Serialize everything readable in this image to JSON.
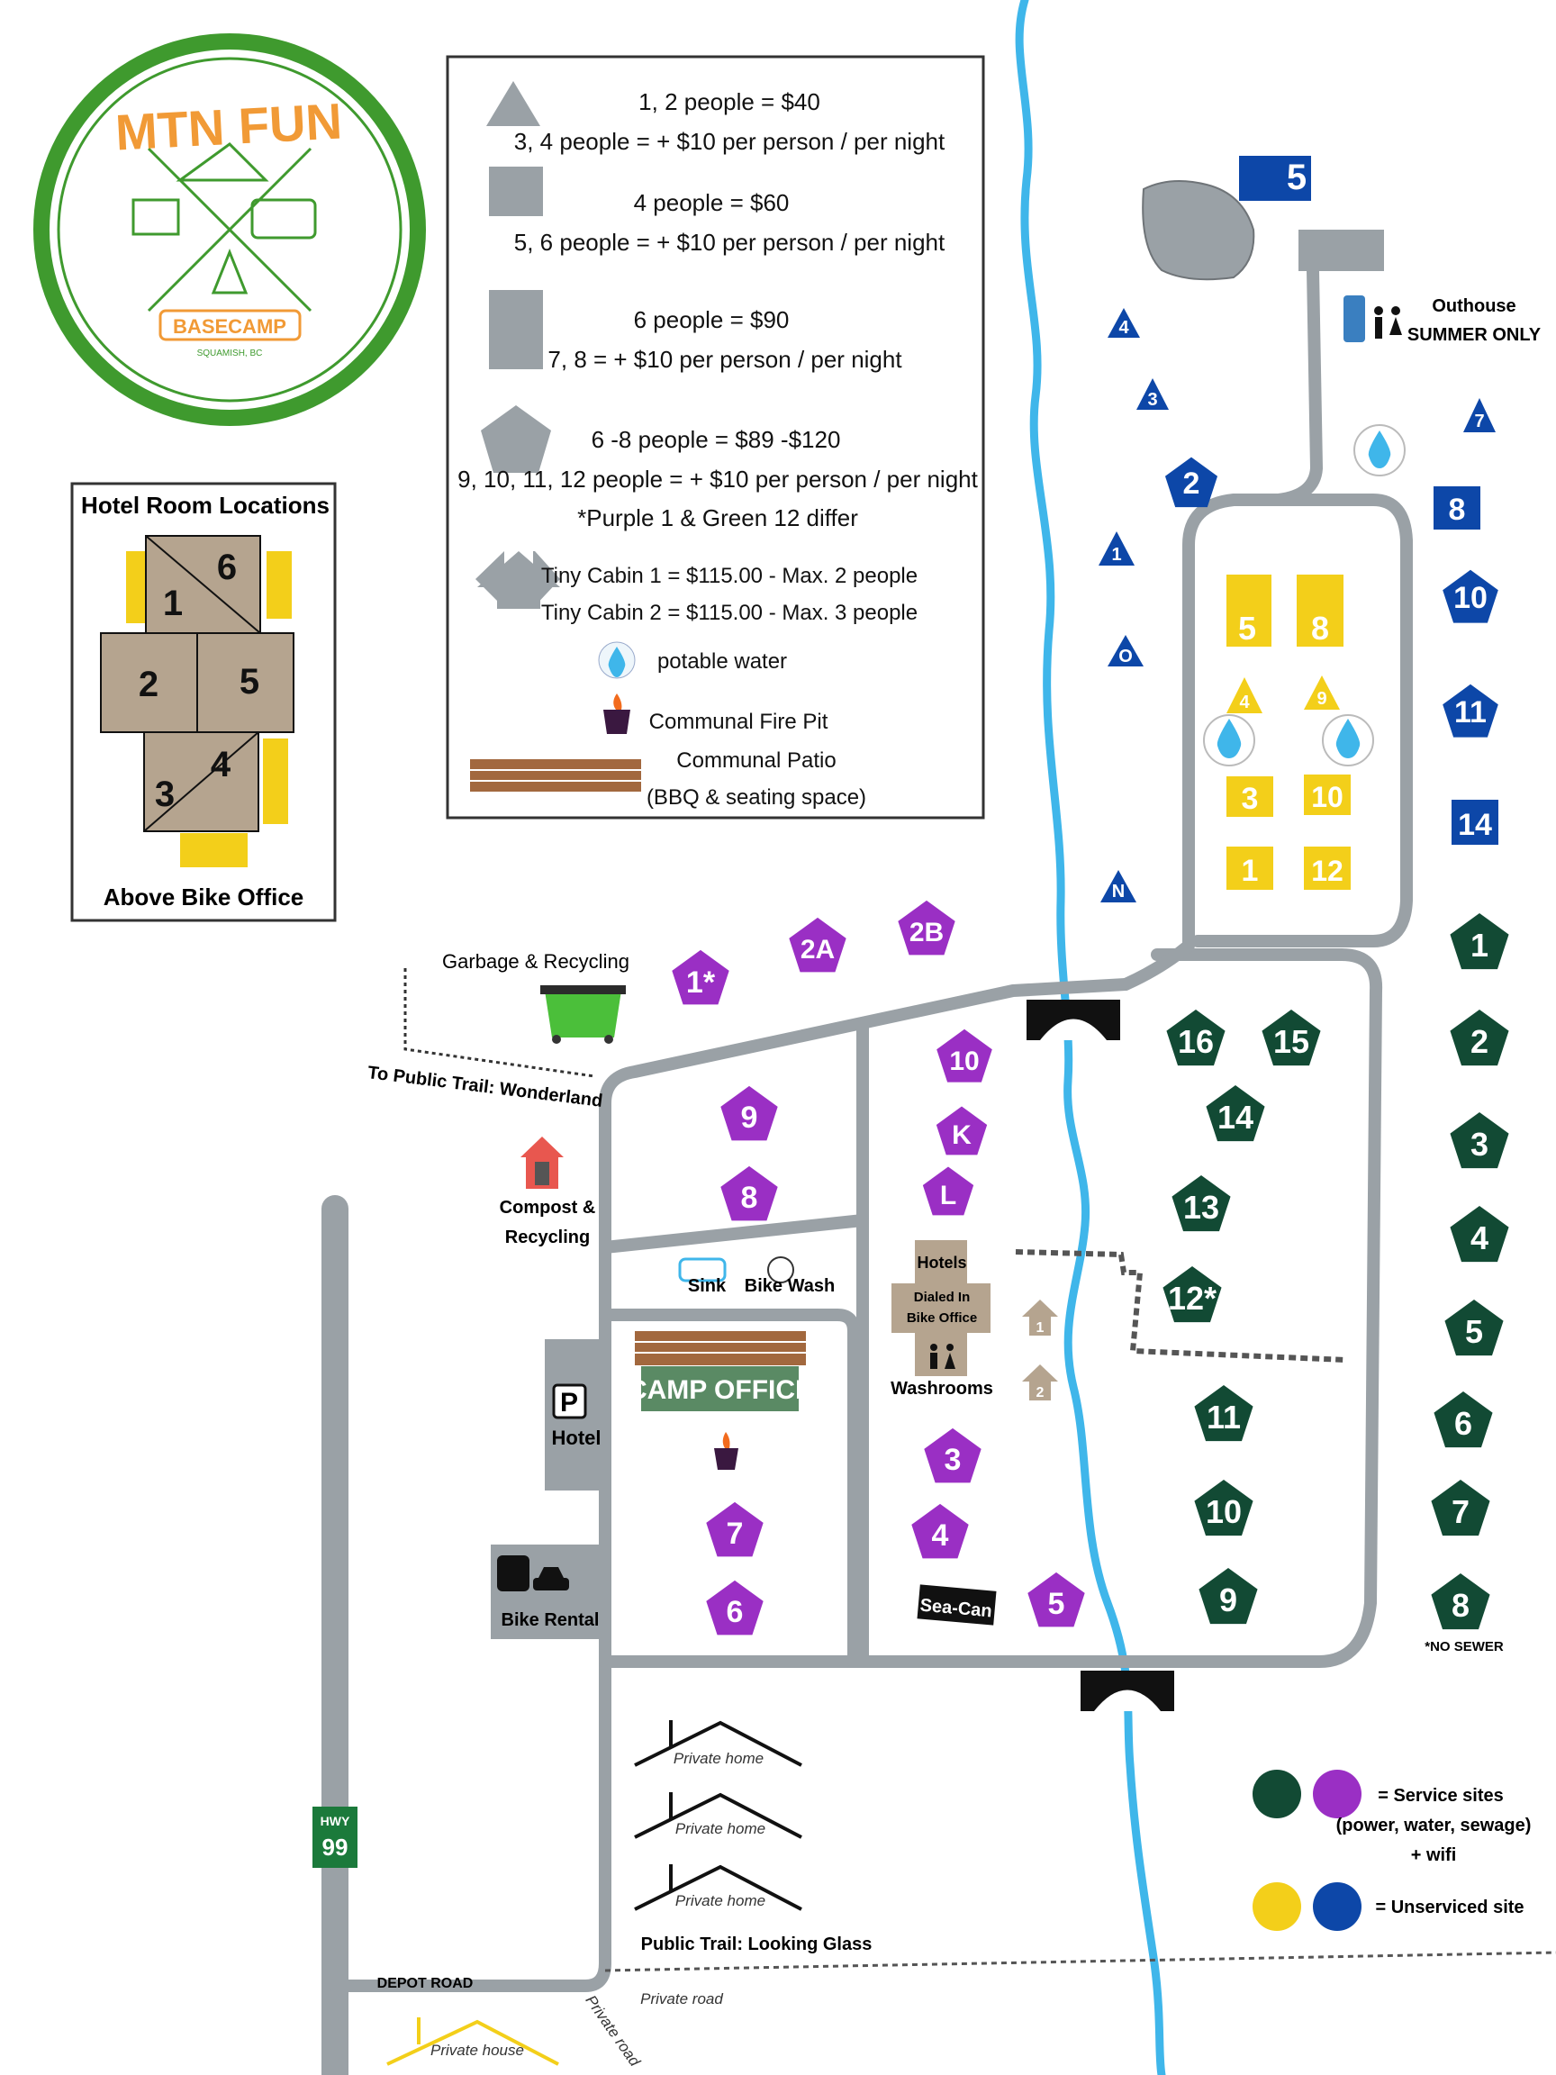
{
  "logo": {
    "name": "MTN FUN",
    "sub": "BASECAMP",
    "place": "SQUAMISH, BC"
  },
  "legend": {
    "triangle": {
      "line1": "1, 2  people = $40",
      "line2": "3, 4 people = + $10 per person / per night"
    },
    "square": {
      "line1": "4 people = $60",
      "line2": "5, 6 people = + $10 per person / per night"
    },
    "rect": {
      "line1": "6 people = $90",
      "line2": "7, 8 = + $10 per person / per night"
    },
    "pentagon": {
      "line1": "6 -8 people = $89 -$120",
      "line2": "9, 10, 11, 12  people = + $10 per person / per night",
      "line3": "*Purple 1 & Green 12 differ"
    },
    "cabin": {
      "line1": "Tiny Cabin 1  = $115.00 - Max. 2 people",
      "line2": "Tiny Cabin 2 = $115.00 - Max. 3 people"
    },
    "water": "potable water",
    "firepit": "Communal Fire Pit",
    "patio": {
      "line1": "Communal Patio",
      "line2": "(BBQ & seating space)"
    }
  },
  "hotel": {
    "title": "Hotel Room Locations",
    "footer": "Above Bike Office",
    "rooms": [
      "1",
      "2",
      "3",
      "4",
      "5",
      "6"
    ]
  },
  "labels": {
    "outhouse": "Outhouse",
    "outhouse_note": "SUMMER ONLY",
    "garbage": "Garbage & Recycling",
    "trail_wonderland": "To Public Trail: Wonderland",
    "compost": "Compost &",
    "compost2": "Recycling",
    "sink": "Sink",
    "bike_wash": "Bike Wash",
    "hotel_parking": "Hotel",
    "bike_rental": "Bike Rental",
    "camp_office": "CAMP OFFICE",
    "building_hotels": "Hotels",
    "building_dialed": "Dialed In",
    "building_bike": "Bike Office",
    "washrooms": "Washrooms",
    "sea_can": "Sea-Can",
    "no_sewer": "*NO SEWER",
    "private_home": "Private home",
    "public_trail": "Public Trail: Looking Glass",
    "hwy": "HWY",
    "hwy_num": "99",
    "depot_road": "DEPOT ROAD",
    "private_road": "Private road",
    "private_house": "Private house",
    "parking_p": "P"
  },
  "key": {
    "service": "= Service sites",
    "service2": "(power, water, sewage)",
    "service3": "+ wifi",
    "unserviced": "= Unserviced site"
  },
  "colors": {
    "road": "#9aa1a6",
    "river": "#3fb6ea",
    "purple": "#9a2fc4",
    "green": "#124a34",
    "yellow": "#f3cf1a",
    "blue": "#0d47a8",
    "logo_green": "#3f9a2e",
    "logo_orange": "#f19a36",
    "building": "#b5a48f"
  },
  "sites": {
    "blue_top_square": "5",
    "blue_triangles": [
      "4",
      "3",
      "1",
      "O",
      "N",
      "7"
    ],
    "blue_pentagons": [
      "2",
      "10",
      "11"
    ],
    "blue_squares": [
      "8",
      "14"
    ],
    "yellow_rects": [
      "5",
      "8"
    ],
    "yellow_triangles": [
      "4",
      "9"
    ],
    "yellow_squares": [
      "3",
      "10",
      "1",
      "12"
    ],
    "purple": [
      "1*",
      "2A",
      "2B",
      "10",
      "9",
      "K",
      "8",
      "L",
      "3",
      "7",
      "4",
      "6",
      "5"
    ],
    "green_inner": [
      "16",
      "15",
      "14",
      "13",
      "12*",
      "11",
      "10",
      "9"
    ],
    "green_outer": [
      "1",
      "2",
      "3",
      "4",
      "5",
      "6",
      "7",
      "8"
    ],
    "cabins": [
      "1",
      "2"
    ]
  }
}
